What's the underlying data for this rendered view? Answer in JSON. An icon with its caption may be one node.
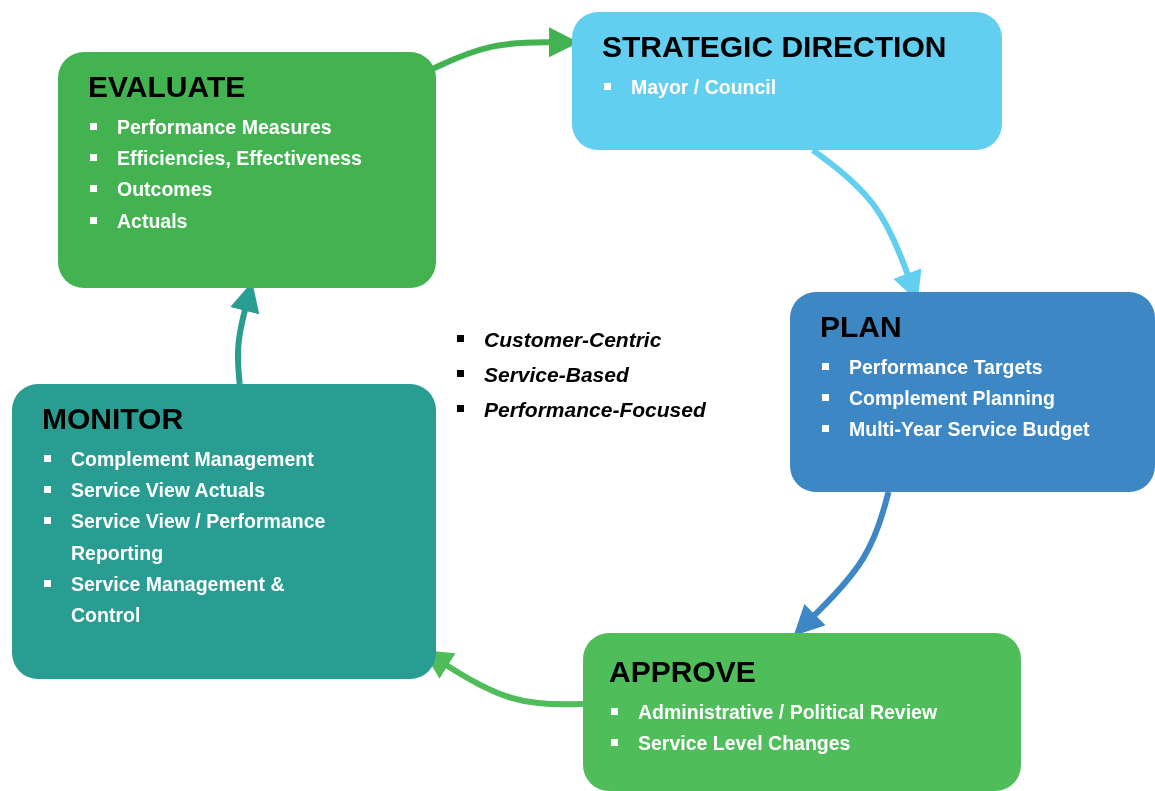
{
  "diagram": {
    "nodes": [
      {
        "text": [
          "EVALUATE",
          "Performance Measures",
          "Efficiencies, Effectiveness",
          "Outcomes",
          "Actuals"
        ]
      },
      {
        "text": [
          "STRATEGIC DIRECTION",
          "Mayor / Council"
        ]
      },
      {
        "text": [
          "PLAN",
          "Performance Targets",
          "Complement Planning",
          "Multi-Year Service Budget"
        ]
      },
      {
        "text": [
          "APPROVE",
          "Administrative / Political Review",
          "Service Level Changes"
        ]
      },
      {
        "text": [
          "MONITOR",
          "Complement Management",
          "Service View Actuals",
          "Service View / Performance Reporting",
          "Service Management & Control"
        ]
      }
    ],
    "edges": [
      {
        "from": 0,
        "to": 1,
        "arrow": "to",
        "color": "#43b352"
      },
      {
        "from": 1,
        "to": 2,
        "arrow": "to",
        "color": "#62cff0"
      },
      {
        "from": 2,
        "to": 3,
        "arrow": "to",
        "color": "#3d87c4"
      },
      {
        "from": 3,
        "to": 4,
        "arrow": "to",
        "color": "#4fbe5a"
      },
      {
        "from": 4,
        "to": 0,
        "arrow": "to",
        "color": "#2a9d93"
      }
    ],
    "labels": [
      "Customer-Centric",
      "Service-Based",
      "Performance-Focused"
    ]
  }
}
